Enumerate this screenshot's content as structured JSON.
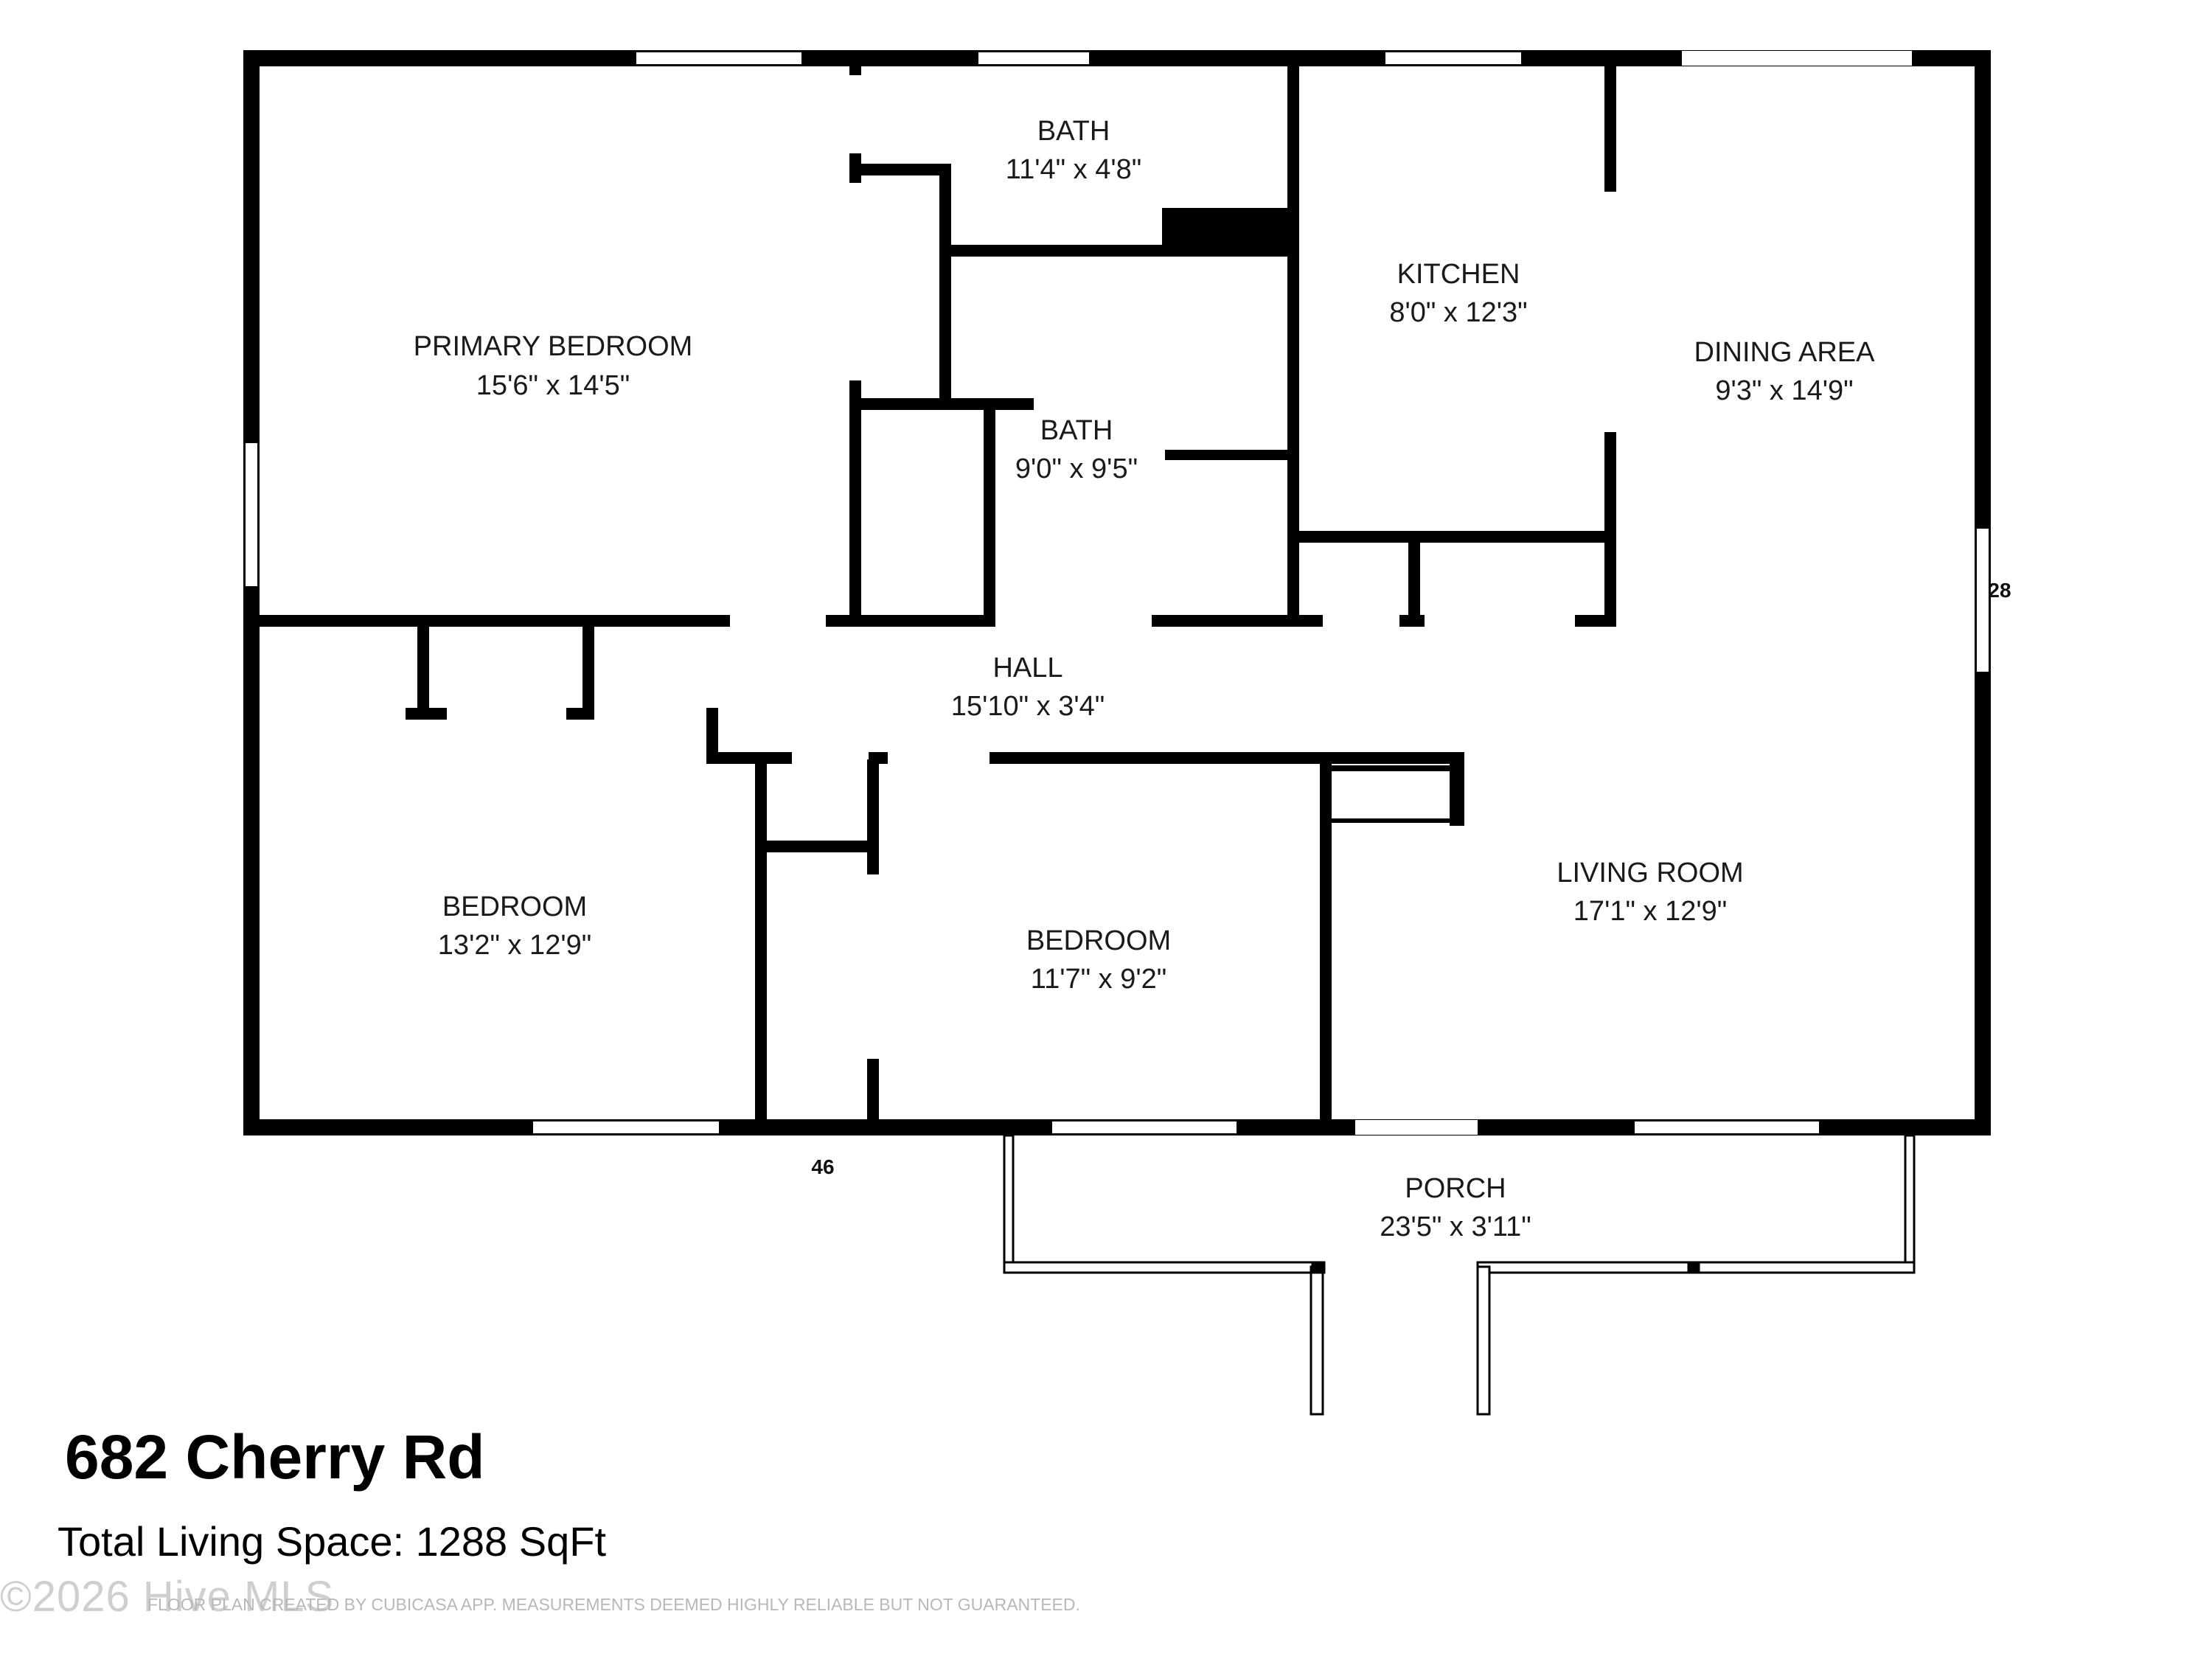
{
  "rooms": {
    "primary_bedroom": {
      "name": "PRIMARY BEDROOM",
      "dims": "15'6\" x 14'5\""
    },
    "bath_1": {
      "name": "BATH",
      "dims": "11'4\" x 4'8\""
    },
    "bath_2": {
      "name": "BATH",
      "dims": "9'0\" x 9'5\""
    },
    "kitchen": {
      "name": "KITCHEN",
      "dims": "8'0\" x 12'3\""
    },
    "dining_area": {
      "name": "DINING AREA",
      "dims": "9'3\" x 14'9\""
    },
    "hall": {
      "name": "HALL",
      "dims": "15'10\" x 3'4\""
    },
    "bedroom_1": {
      "name": "BEDROOM",
      "dims": "13'2\" x 12'9\""
    },
    "bedroom_2": {
      "name": "BEDROOM",
      "dims": "11'7\" x 9'2\""
    },
    "living_room": {
      "name": "LIVING ROOM",
      "dims": "17'1\" x 12'9\""
    },
    "porch": {
      "name": "PORCH",
      "dims": "23'5\" x 3'11\""
    }
  },
  "exterior": {
    "width_label": "46",
    "depth_label": "28"
  },
  "property": {
    "address": "682 Cherry Rd",
    "total_living_space": "Total Living Space: 1288 SqFt"
  },
  "footer": {
    "copyright": "©2026 Hive MLS",
    "disclaimer": "FLOOR PLAN CREATED BY CUBICASA APP. MEASUREMENTS DEEMED HIGHLY RELIABLE BUT NOT GUARANTEED."
  }
}
